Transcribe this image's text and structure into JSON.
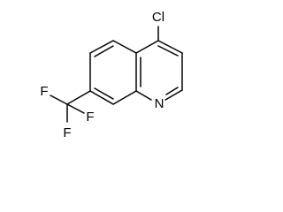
{
  "molecule": {
    "atoms": {
      "chlorine": "Cl",
      "nitrogen": "N",
      "fluorine_1": "F",
      "fluorine_2": "F",
      "fluorine_3": "F"
    }
  },
  "colors": {
    "bond": "#000000",
    "label": "#000000",
    "background": "#ffffff"
  }
}
